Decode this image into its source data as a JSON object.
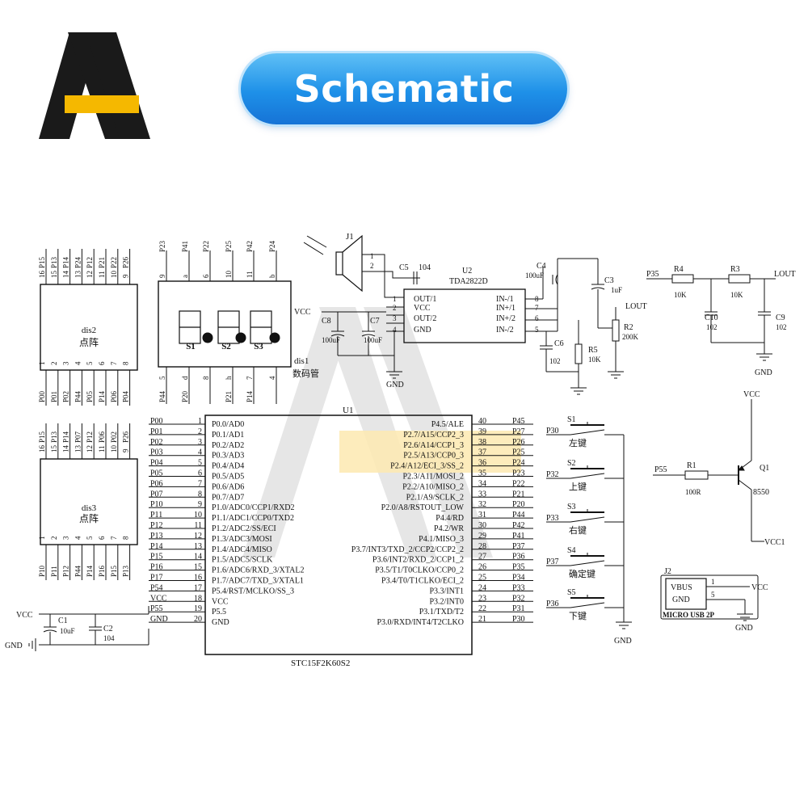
{
  "header": {
    "title": "Schematic"
  },
  "colors": {
    "banner": "#1e90e8",
    "logo_dark": "#1a1a1a",
    "logo_accent": "#f5b800",
    "highlight": "#fde9b0"
  },
  "dis2": {
    "name": "dis2",
    "subtitle": "点阵",
    "top_nets": [
      "P15",
      "P13",
      "P14",
      "P24",
      "P12",
      "P21",
      "P22",
      "P26"
    ],
    "top_pins": [
      "16",
      "15",
      "14",
      "13",
      "12",
      "11",
      "10",
      "9"
    ],
    "bottom_pins": [
      "1",
      "2",
      "3",
      "4",
      "5",
      "6",
      "7",
      "8"
    ],
    "bottom_nets": [
      "P00",
      "P01",
      "P02",
      "P44",
      "P05",
      "P14",
      "P06",
      "P04"
    ]
  },
  "dis3": {
    "name": "dis3",
    "subtitle": "点阵",
    "top_nets": [
      "P15",
      "P13",
      "P14",
      "P07",
      "P12",
      "P06",
      "P02",
      "P26"
    ],
    "top_pins": [
      "16",
      "15",
      "14",
      "13",
      "12",
      "11",
      "10",
      "9"
    ],
    "bottom_pins": [
      "1",
      "2",
      "3",
      "4",
      "5",
      "6",
      "7",
      "8"
    ],
    "bottom_nets": [
      "P10",
      "P11",
      "P12",
      "P44",
      "P14",
      "P16",
      "P15",
      "P13"
    ]
  },
  "dis1": {
    "name": "dis1",
    "subtitle": "数码管",
    "top_nets": [
      "P23",
      "P41",
      "P22",
      "P25",
      "P42",
      "P24"
    ],
    "top_pins": [
      "9",
      "a",
      "6",
      "10",
      "11",
      "b"
    ],
    "bottom_pins": [
      "5",
      "d",
      "8",
      "h",
      "7",
      "4"
    ],
    "bottom_nets": [
      "P44",
      "P20",
      "",
      "P21",
      "P14",
      ""
    ],
    "digit_labels": [
      "S1",
      "S2",
      "S3"
    ]
  },
  "amp": {
    "j1": "J1",
    "c5": "C5",
    "c5_val": "104",
    "u2": "U2",
    "u2_part": "TDA2822D",
    "vcc": "VCC",
    "c8": "C8",
    "c7": "C7",
    "c8_val": "100uF",
    "c7_val": "100uF",
    "gnd": "GND",
    "left_pins": [
      {
        "name": "OUT/1",
        "num": "1"
      },
      {
        "name": "VCC",
        "num": "2"
      },
      {
        "name": "OUT/2",
        "num": "3"
      },
      {
        "name": "GND",
        "num": "4"
      }
    ],
    "right_pins": [
      {
        "name": "IN-/1",
        "num": "8"
      },
      {
        "name": "IN+/1",
        "num": "7"
      },
      {
        "name": "IN+/2",
        "num": "6"
      },
      {
        "name": "IN-/2",
        "num": "5"
      }
    ],
    "c4": "C4",
    "c4_val": "100uF",
    "c3": "C3",
    "c3_val": "1uF",
    "lout": "LOUT",
    "r2": "R2",
    "r2_val": "200K",
    "c6": "C6",
    "c6_val": "102",
    "r5": "R5",
    "r5_val": "10K",
    "j1_pin1": "1",
    "j1_pin2": "2"
  },
  "filter": {
    "p35": "P35",
    "r4": "R4",
    "r4_val": "10K",
    "r3": "R3",
    "r3_val": "10K",
    "lout": "LOUT",
    "c10": "C10",
    "c10_val": "102",
    "c9": "C9",
    "c9_val": "102",
    "gnd": "GND"
  },
  "mcu": {
    "ref": "U1",
    "part": "STC15F2K60S2",
    "left_nets": [
      "P00",
      "P01",
      "P02",
      "P03",
      "P04",
      "P05",
      "P06",
      "P07",
      "P10",
      "P11",
      "P12",
      "P13",
      "P14",
      "P15",
      "P16",
      "P17",
      "P54",
      "VCC",
      "P55",
      "GND"
    ],
    "left_nums": [
      "1",
      "2",
      "3",
      "4",
      "5",
      "6",
      "7",
      "8",
      "9",
      "10",
      "11",
      "12",
      "13",
      "14",
      "15",
      "16",
      "17",
      "18",
      "19",
      "20"
    ],
    "left_names": [
      "P0.0/AD0",
      "P0.1/AD1",
      "P0.2/AD2",
      "P0.3/AD3",
      "P0.4/AD4",
      "P0.5/AD5",
      "P0.6/AD6",
      "P0.7/AD7",
      "P1.0/ADC0/CCP1/RXD2",
      "P1.1/ADC1/CCP0/TXD2",
      "P1.2/ADC2/SS/ECI",
      "P1.3/ADC3/MOSI",
      "P1.4/ADC4/MISO",
      "P1.5/ADC5/SCLK",
      "P1.6/ADC6/RXD_3/XTAL2",
      "P1.7/ADC7/TXD_3/XTAL1",
      "P5.4/RST/MCLKO/SS_3",
      "VCC",
      "P5.5",
      "GND"
    ],
    "right_names": [
      "P4.5/ALE",
      "P2.7/A15/CCP2_3",
      "P2.6/A14/CCP1_3",
      "P2.5/A13/CCP0_3",
      "P2.4/A12/ECI_3/SS_2",
      "P2.3/A11/MOSI_2",
      "P2.2/A10/MISO_2",
      "P2.1/A9/SCLK_2",
      "P2.0/A8/RSTOUT_LOW",
      "P4.4/RD",
      "P4.2/WR",
      "P4.1/MISO_3",
      "P3.7/INT3/TXD_2/CCP2/CCP2_2",
      "P3.6/INT2/RXD_2/CCP1_2",
      "P3.5/T1/T0CLKO/CCP0_2",
      "P3.4/T0/T1CLKO/ECI_2",
      "P3.3/INT1",
      "P3.2/INT0",
      "P3.1/TXD/T2",
      "P3.0/RXD/INT4/T2CLKO"
    ],
    "right_nums": [
      "40",
      "39",
      "38",
      "37",
      "36",
      "35",
      "34",
      "33",
      "32",
      "31",
      "30",
      "29",
      "28",
      "27",
      "26",
      "25",
      "24",
      "23",
      "22",
      "21"
    ],
    "right_nets": [
      "P45",
      "P27",
      "P26",
      "P25",
      "P24",
      "P23",
      "P22",
      "P21",
      "P20",
      "P44",
      "P42",
      "P41",
      "P37",
      "P36",
      "P35",
      "P34",
      "P33",
      "P32",
      "P31",
      "P30"
    ]
  },
  "power": {
    "vcc": "VCC",
    "gnd": "GND",
    "c1": "C1",
    "c1_val": "10uF",
    "c2": "C2",
    "c2_val": "104"
  },
  "switches": [
    {
      "net": "P30",
      "ref": "S1",
      "label": "左键"
    },
    {
      "net": "P32",
      "ref": "S2",
      "label": "上键"
    },
    {
      "net": "P33",
      "ref": "S3",
      "label": "右键"
    },
    {
      "net": "P37",
      "ref": "S4",
      "label": "确定键"
    },
    {
      "net": "P36",
      "ref": "S5",
      "label": "下键"
    }
  ],
  "switch_gnd": "GND",
  "transistor": {
    "vcc": "VCC",
    "p55": "P55",
    "r1": "R1",
    "r1_val": "100R",
    "q1": "Q1",
    "q1_part": "8550",
    "vcc1": "VCC1"
  },
  "usb": {
    "ref": "J2",
    "vbus": "VBUS",
    "gnd_pin": "GND",
    "pin1": "1",
    "pin5": "5",
    "vcc": "VCC",
    "gnd": "GND",
    "part": "MICRO USB 2P"
  }
}
